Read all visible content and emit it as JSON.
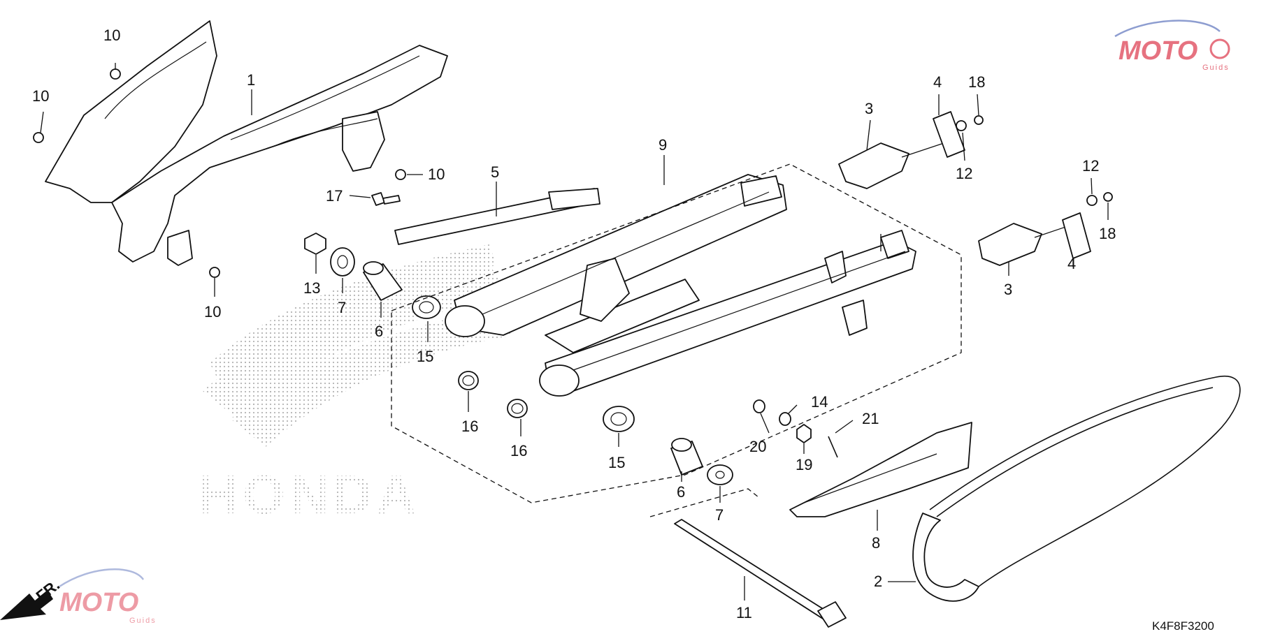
{
  "diagram_code": "K4F8F3200",
  "direction_label": "FR.",
  "watermark": {
    "brand": "MOTO",
    "sub": "Guids",
    "emblem": "HONDA"
  },
  "callouts": {
    "c1": "1",
    "c2": "2",
    "c3a": "3",
    "c3b": "3",
    "c4a": "4",
    "c4b": "4",
    "c5": "5",
    "c6a": "6",
    "c6b": "6",
    "c7a": "7",
    "c7b": "7",
    "c8": "8",
    "c9": "9",
    "c10a": "10",
    "c10b": "10",
    "c10c": "10",
    "c10d": "10",
    "c11": "11",
    "c12a": "12",
    "c12b": "12",
    "c13": "13",
    "c14": "14",
    "c15a": "15",
    "c15b": "15",
    "c16a": "16",
    "c16b": "16",
    "c17": "17",
    "c18a": "18",
    "c18b": "18",
    "c19": "19",
    "c20": "20",
    "c21": "21"
  }
}
